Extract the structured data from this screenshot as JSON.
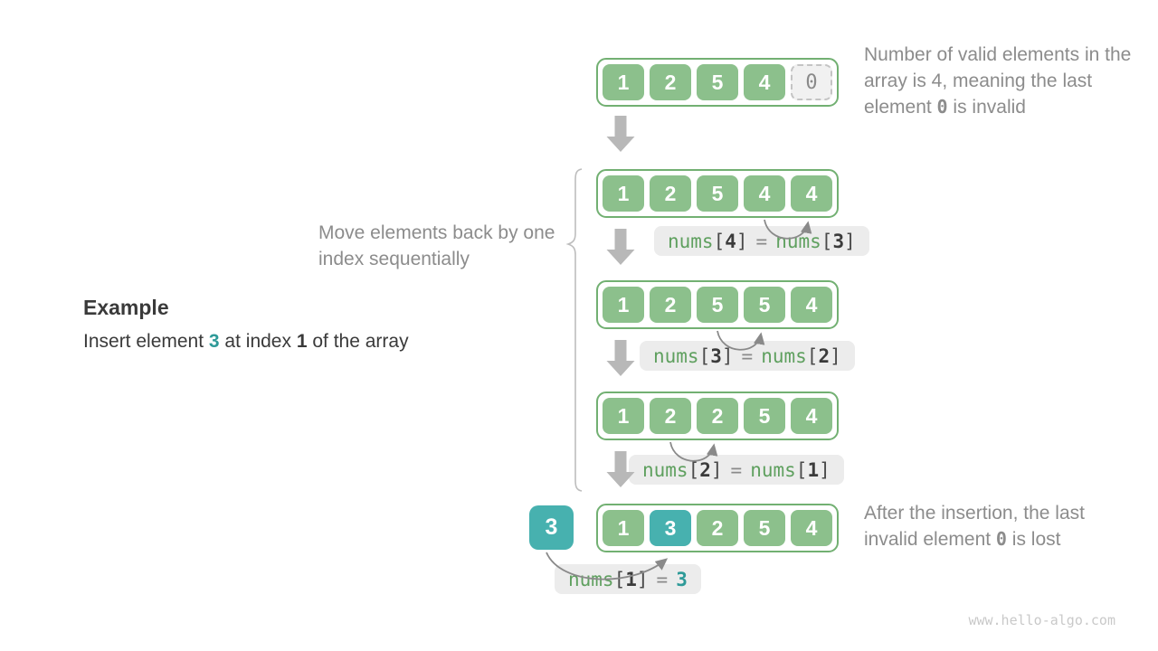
{
  "palette": {
    "cell_green": "#8cc08c",
    "border_green": "#72b072",
    "teal": "#47b1af",
    "code_green": "#5fa05f",
    "label_bg": "#ececec",
    "gray_text": "#8c8c8c",
    "dark_text": "#3a3a3a",
    "block_arrow_gray": "#b8b8b8",
    "curve_arrow_gray": "#8a8a8a",
    "watermark_gray": "#c9c9c9"
  },
  "example": {
    "heading": "Example",
    "text_before": "Insert element ",
    "insert_value": "3",
    "text_mid": " at index ",
    "insert_index": "1",
    "text_after": " of the array"
  },
  "notes": {
    "top_before": "Number of valid elements in the array is 4, meaning the last element ",
    "top_code": "0",
    "top_after": " is invalid",
    "move": "Move elements back by one index sequentially",
    "after_before": "After the insertion, the last invalid element ",
    "after_code": "0",
    "after_after": " is lost"
  },
  "code_tokens": {
    "open": "[",
    "close": "]",
    "equals": "="
  },
  "insert_value": "3",
  "rows": [
    {
      "cells": [
        "1",
        "2",
        "5",
        "4",
        "0"
      ]
    },
    {
      "cells": [
        "1",
        "2",
        "5",
        "4",
        "4"
      ],
      "label": {
        "lhs": "nums",
        "lhs_idx": "4",
        "rhs": "nums",
        "rhs_idx": "3"
      }
    },
    {
      "cells": [
        "1",
        "2",
        "5",
        "5",
        "4"
      ],
      "label": {
        "lhs": "nums",
        "lhs_idx": "3",
        "rhs": "nums",
        "rhs_idx": "2"
      }
    },
    {
      "cells": [
        "1",
        "2",
        "2",
        "5",
        "4"
      ],
      "label": {
        "lhs": "nums",
        "lhs_idx": "2",
        "rhs": "nums",
        "rhs_idx": "1"
      }
    },
    {
      "cells": [
        "1",
        "3",
        "2",
        "5",
        "4"
      ],
      "label": {
        "lhs": "nums",
        "lhs_idx": "1",
        "rhs_value": "3"
      }
    }
  ],
  "watermark": "www.hello-algo.com"
}
